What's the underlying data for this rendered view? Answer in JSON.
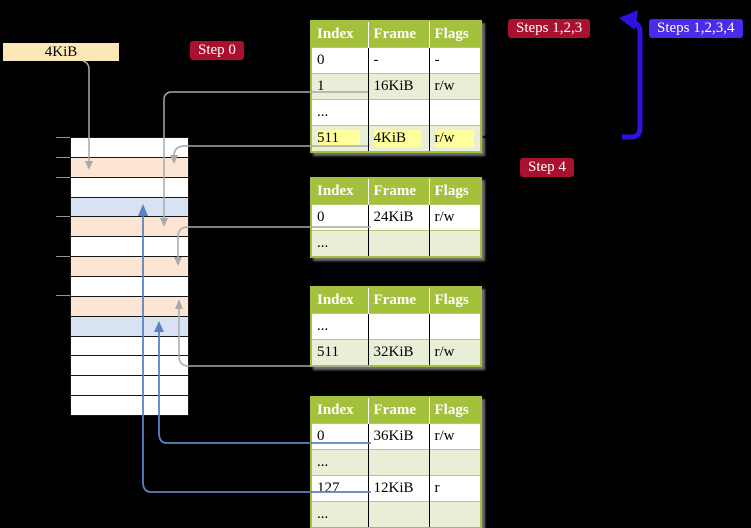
{
  "colors": {
    "background": "#000000",
    "badge_red": "#a9112f",
    "badge_blue": "#4a2be9",
    "table_header_green": "#a3c13d",
    "table_row_green": "#e9efd6",
    "table_row_white": "#ffffff",
    "highlight_yellow": "#ffff9d",
    "memory_white": "#ffffff",
    "memory_peach": "#fce5d2",
    "memory_blue": "#d8e2f3",
    "frame_box_tan": "#fce8b6",
    "connector_gray": "#a9a9a9",
    "connector_blue": "#5b82c4",
    "loop_arrow_blue": "#2d12e2",
    "black": "#000000"
  },
  "frame_box": {
    "label": "4KiB"
  },
  "badges": [
    {
      "id": "step0",
      "label": "Step 0",
      "color_key": "badge_red"
    },
    {
      "id": "steps123",
      "label": "Steps 1,2,3",
      "color_key": "badge_red"
    },
    {
      "id": "steps1234",
      "label": "Steps 1,2,3,4",
      "color_key": "badge_blue"
    },
    {
      "id": "step4",
      "label": "Step 4",
      "color_key": "badge_red"
    }
  ],
  "memory": {
    "rows": [
      "white",
      "peach",
      "white",
      "blue",
      "peach",
      "white",
      "peach",
      "white",
      "peach",
      "blue",
      "white",
      "white",
      "white",
      "white"
    ],
    "tick_row_indices": [
      0,
      1,
      2,
      4,
      6,
      8
    ]
  },
  "tables": [
    {
      "id": "page-table-1",
      "headers": [
        "Index",
        "Frame",
        "Flags"
      ],
      "rows": [
        [
          "0",
          "-",
          "-"
        ],
        [
          "1",
          "16KiB",
          "r/w"
        ],
        [
          "...",
          "",
          ""
        ],
        [
          "511",
          "4KiB",
          "r/w"
        ]
      ],
      "highlight_row_index": 3
    },
    {
      "id": "page-table-2",
      "headers": [
        "Index",
        "Frame",
        "Flags"
      ],
      "rows": [
        [
          "0",
          "24KiB",
          "r/w"
        ],
        [
          "...",
          "",
          ""
        ]
      ],
      "highlight_row_index": null
    },
    {
      "id": "page-table-3",
      "headers": [
        "Index",
        "Frame",
        "Flags"
      ],
      "rows": [
        [
          "...",
          "",
          ""
        ],
        [
          "511",
          "32KiB",
          "r/w"
        ]
      ],
      "highlight_row_index": null
    },
    {
      "id": "page-table-4",
      "headers": [
        "Index",
        "Frame",
        "Flags"
      ],
      "rows": [
        [
          "0",
          "36KiB",
          "r/w"
        ],
        [
          "...",
          "",
          ""
        ],
        [
          "127",
          "12KiB",
          "r"
        ],
        [
          "...",
          "",
          ""
        ]
      ],
      "highlight_row_index": null
    }
  ],
  "connectors": [
    {
      "id": "frame-box-to-memory",
      "from": "frame_box",
      "to": "memory-row-1",
      "color_key": "connector_gray"
    },
    {
      "id": "t1-row1-to-memory",
      "from": "page-table-1 row 1",
      "to": "memory-row-4",
      "color_key": "connector_gray"
    },
    {
      "id": "t1-row511-to-memory",
      "from": "page-table-1 row 511",
      "to": "memory-row-1",
      "color_key": "connector_gray"
    },
    {
      "id": "t2-row0-to-memory",
      "from": "page-table-2 row 0",
      "to": "memory-row-6",
      "color_key": "connector_gray"
    },
    {
      "id": "t3-row511-to-memory",
      "from": "page-table-3 row 511",
      "to": "memory-row-8",
      "color_key": "connector_gray"
    },
    {
      "id": "t4-row0-to-memory",
      "from": "page-table-4 row 0",
      "to": "memory-row-9",
      "color_key": "connector_blue"
    },
    {
      "id": "t4-row127-to-memory",
      "from": "page-table-4 row 127",
      "to": "memory-row-3",
      "color_key": "connector_blue"
    },
    {
      "id": "steps-loop-arrow",
      "from": "below steps badges",
      "to": "steps badges",
      "color_key": "loop_arrow_blue"
    },
    {
      "id": "loop-to-t1-arrow",
      "from": "loop arrow",
      "to": "page-table-1 row 511",
      "color_key": "black"
    }
  ]
}
